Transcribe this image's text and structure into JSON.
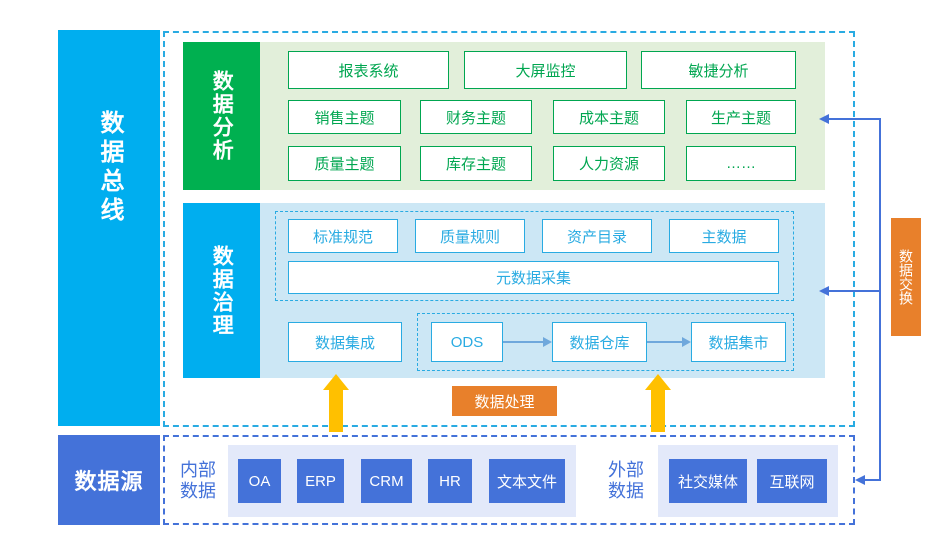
{
  "colors": {
    "bus_blue": "#00AEEF",
    "source_blue": "#4472D9",
    "analysis_green": "#00B050",
    "analysis_panel": "#E2EFDA",
    "governance_panel": "#CCE7F5",
    "orange": "#E8802B",
    "yellow_arrow": "#FFC000",
    "dashed_border": "#29ABE2",
    "band_lavender": "#E3E9FA"
  },
  "rails": {
    "bus_label": "数据总线",
    "source_label": "数据源"
  },
  "analysis": {
    "header": "数据分析",
    "row1": [
      "报表系统",
      "大屏监控",
      "敏捷分析"
    ],
    "row2": [
      "销售主题",
      "财务主题",
      "成本主题",
      "生产主题"
    ],
    "row3": [
      "质量主题",
      "库存主题",
      "人力资源",
      "……"
    ]
  },
  "governance": {
    "header": "数据治理",
    "standards": [
      "标准规范",
      "质量规则",
      "资产目录",
      "主数据"
    ],
    "metadata": "元数据采集",
    "integration": "数据集成",
    "pipeline": [
      "ODS",
      "数据仓库",
      "数据集市"
    ]
  },
  "tags": {
    "process": "数据处理",
    "exchange": "数据交换"
  },
  "datasource": {
    "internal_label": "内部\n数据",
    "internal_label_line1": "内部",
    "internal_label_line2": "数据",
    "internal_items": [
      "OA",
      "ERP",
      "CRM",
      "HR",
      "文本文件"
    ],
    "external_label_line1": "外部",
    "external_label_line2": "数据",
    "external_items": [
      "社交媒体",
      "互联网"
    ]
  }
}
